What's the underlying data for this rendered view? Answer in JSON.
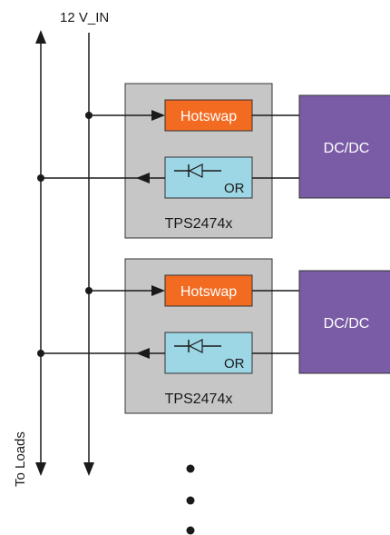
{
  "diagram": {
    "supply_label": "12 V_IN",
    "load_label": "To Loads",
    "modules": [
      {
        "hotswap_label": "Hotswap",
        "oring_label": "OR",
        "controller_label": "TPS2474x",
        "converter_label": "DC/DC"
      },
      {
        "hotswap_label": "Hotswap",
        "oring_label": "OR",
        "controller_label": "TPS2474x",
        "converter_label": "DC/DC"
      }
    ]
  },
  "icons": {
    "oring_symbol": "diode-icon",
    "continuation": "vertical-ellipsis-icon"
  },
  "colors": {
    "controller_fill": "#C6C6C6",
    "hotswap_fill": "#F26B21",
    "oring_fill": "#9DD6E4",
    "converter_fill": "#7A5CA6"
  }
}
